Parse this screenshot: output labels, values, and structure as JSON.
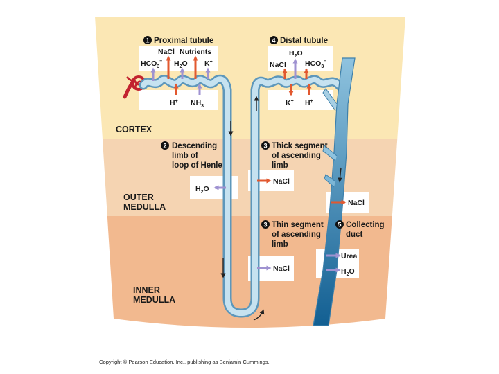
{
  "regions": {
    "cortex": "CORTEX",
    "outer_medulla": [
      "OUTER",
      "MEDULLA"
    ],
    "inner_medulla": [
      "INNER",
      "MEDULLA"
    ]
  },
  "sections": {
    "proximal": {
      "num": "1",
      "title": "Proximal tubule"
    },
    "distal": {
      "num": "4",
      "title": "Distal tubule"
    },
    "descending": {
      "num": "2",
      "lines": [
        "Descending",
        "limb of",
        "loop of Henle"
      ]
    },
    "thick_ascending": {
      "num": "3",
      "lines": [
        "Thick segment",
        "of ascending",
        "limb"
      ]
    },
    "thin_ascending": {
      "num": "3",
      "lines": [
        "Thin segment",
        "of ascending",
        "limb"
      ]
    },
    "collecting": {
      "num": "5",
      "lines": [
        "Collecting",
        "duct"
      ]
    }
  },
  "proximal_labels": {
    "nacl": "NaCl",
    "nutrients": "Nutrients",
    "hco3": "HCO",
    "h2o": "H",
    "k": "K",
    "h": "H",
    "nh3": "NH"
  },
  "distal_labels": {
    "h2o": "H",
    "nacl": "NaCl",
    "hco3": "HCO",
    "k": "K",
    "h": "H"
  },
  "loop_labels": {
    "desc_h2o": "H",
    "thick_nacl": "NaCl",
    "outer_nacl": "NaCl",
    "thin_nacl": "NaCl",
    "urea": "Urea",
    "cd_h2o": "H"
  },
  "copyright": "Copyright © Pearson Education, Inc., publishing as Benjamin Cummings.",
  "colors": {
    "cortex": "#fbe7b4",
    "outer_medulla": "#f5d4b2",
    "inner_medulla": "#f2b98f",
    "tubule": "#a7cfe4",
    "collecting_duct": "#1f6f9f",
    "reabsorption_arrow": "#e2582f",
    "water_arrow": "#9f92d1",
    "glomerulus": "#c2232f"
  }
}
